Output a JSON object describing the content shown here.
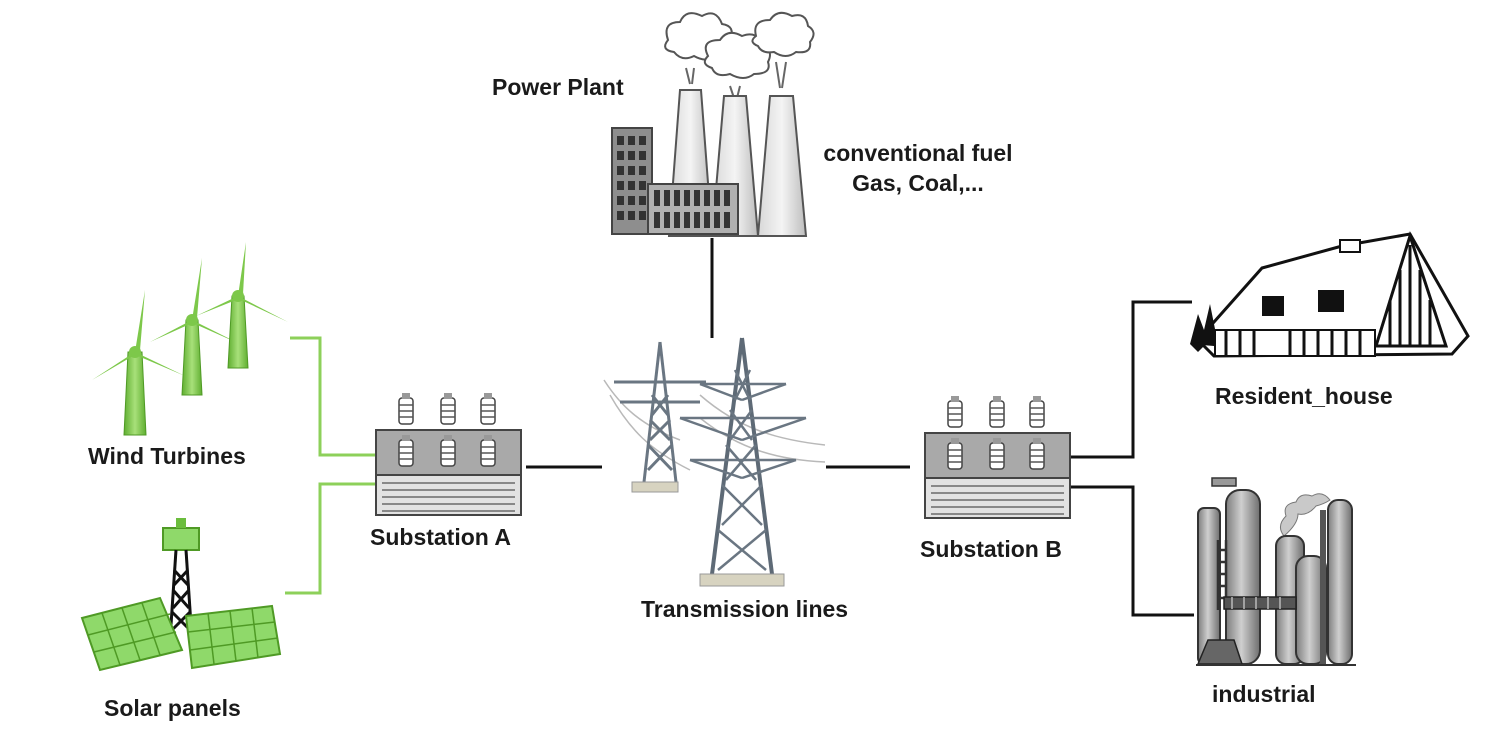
{
  "labels": {
    "power_plant": "Power Plant",
    "fuel_line1": "conventional fuel",
    "fuel_line2": "Gas, Coal,...",
    "wind": "Wind Turbines",
    "solar": "Solar panels",
    "substation_a": "Substation A",
    "transmission": "Transmission lines",
    "substation_b": "Substation B",
    "resident": "Resident_house",
    "industrial": "industrial"
  },
  "icons": [
    "power-plant-icon",
    "wind-turbines-icon",
    "solar-panels-icon",
    "substation-icon",
    "transmission-tower-icon",
    "house-icon",
    "industrial-plant-icon"
  ],
  "colors": {
    "renewable_line": "#8dd05a",
    "grid_line": "#111111",
    "wind_green": "#7dc84a",
    "solar_green": "#8fd96a",
    "steel_gray": "#8a9096"
  }
}
